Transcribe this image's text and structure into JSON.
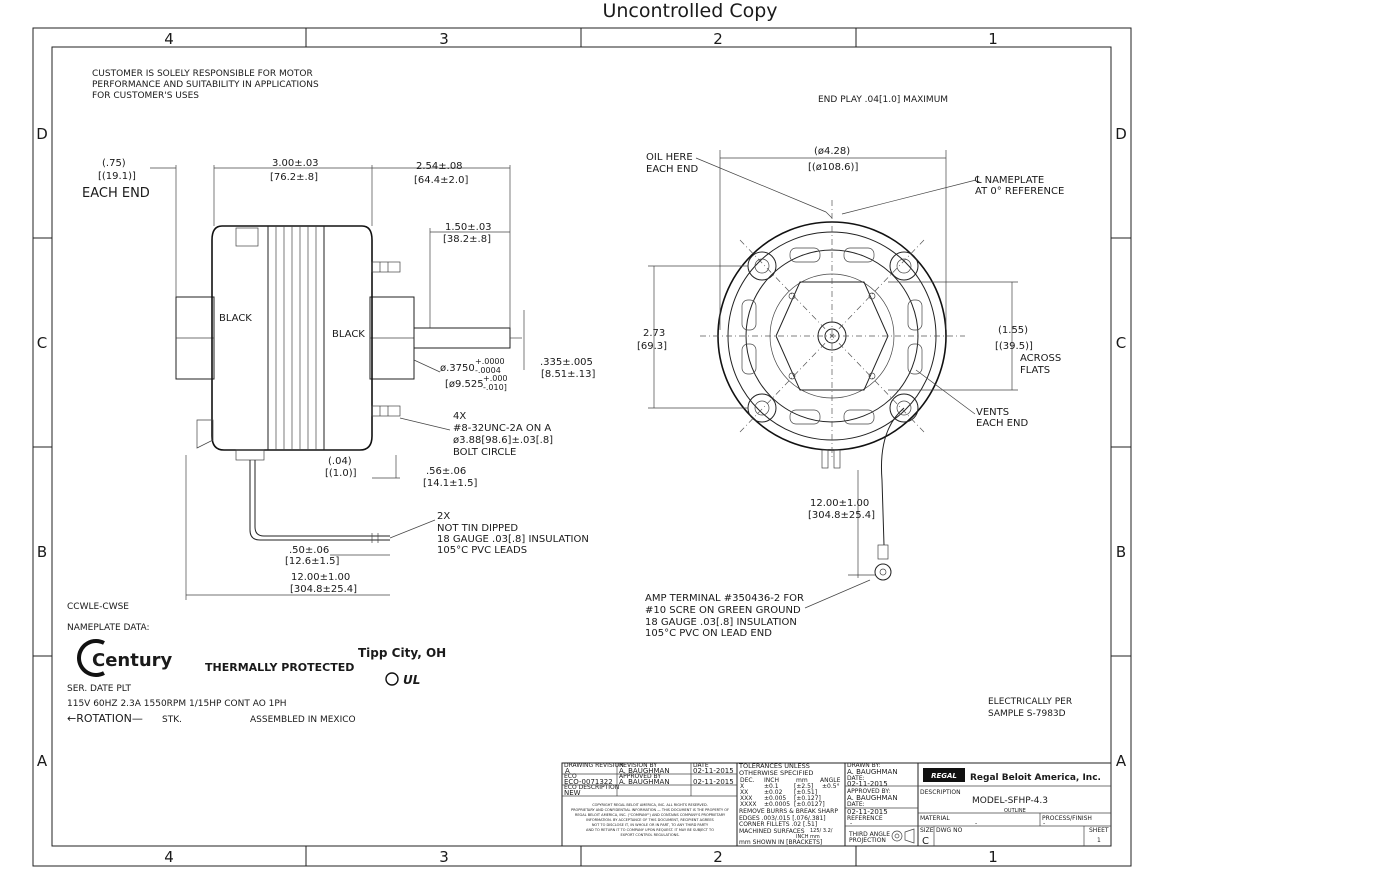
{
  "header": {
    "title": "Uncontrolled Copy"
  },
  "border": {
    "cols": [
      "4",
      "3",
      "2",
      "1"
    ],
    "rows": [
      "D",
      "C",
      "B",
      "A"
    ]
  },
  "notes": {
    "customer": [
      "CUSTOMER IS SOLELY RESPONSIBLE FOR MOTOR",
      "PERFORMANCE AND SUITABILITY IN APPLICATIONS",
      "FOR CUSTOMER'S USES"
    ],
    "end_play": "END PLAY .04[1.0] MAXIMUM",
    "electrically": [
      "ELECTRICALLY PER",
      "SAMPLE S-7983D"
    ]
  },
  "side_view": {
    "each_end_dim": [
      "(.75)",
      "[(19.1)]"
    ],
    "each_end_label": "EACH END",
    "dim_300": [
      "3.00±.03",
      "[76.2±.8]"
    ],
    "dim_254": [
      "2.54±.08",
      "[64.4±2.0]"
    ],
    "dim_150": [
      "1.50±.03",
      "[38.2±.8]"
    ],
    "black_left": "BLACK",
    "black_right": "BLACK",
    "shaft_dia": [
      "ø.3750",
      "+.0000",
      "-.0004",
      "[ø9.525",
      "+.000",
      "-.010]"
    ],
    "dim_335": [
      ".335±.005",
      "[8.51±.13]"
    ],
    "bolt_circle": [
      "4X",
      "#8-32UNC-2A ON A",
      "ø3.88[98.6]±.03[.8]",
      "BOLT CIRCLE"
    ],
    "dim_04": [
      "(.04)",
      "[(1.0)]"
    ],
    "dim_56": [
      ".56±.06",
      "[14.1±1.5]"
    ],
    "leads": [
      "2X",
      "NOT TIN DIPPED",
      "18 GAUGE .03[.8] INSULATION",
      "105°C PVC LEADS"
    ],
    "dim_50": [
      ".50±.06",
      "[12.6±1.5]"
    ],
    "dim_1200": [
      "12.00±1.00",
      "[304.8±25.4]"
    ]
  },
  "front_view": {
    "oil_here": [
      "OIL HERE",
      "EACH END"
    ],
    "dim_428": [
      "(ø4.28)",
      "[(ø108.6)]"
    ],
    "nameplate_ref": [
      "℄ NAMEPLATE",
      "AT 0° REFERENCE"
    ],
    "dim_273": [
      "2.73",
      "[69.3]"
    ],
    "dim_155": [
      "(1.55)",
      "[(39.5)]"
    ],
    "across_flats": [
      "ACROSS",
      "FLATS"
    ],
    "vents": [
      "VENTS",
      "EACH END"
    ],
    "dim_1200": [
      "12.00±1.00",
      "[304.8±25.4]"
    ],
    "amp_terminal": [
      "AMP TERMINAL #350436-2 FOR",
      "#10 SCRE ON GREEN GROUND",
      "18 GAUGE .03[.8] INSULATION",
      "105°C PVC ON LEAD END"
    ]
  },
  "nameplate": {
    "model_code": "CCWLE-CWSE",
    "data_label": "NAMEPLATE DATA:",
    "brand": "Century",
    "thermally": "THERMALLY PROTECTED",
    "city": "Tipp City, OH",
    "cert": "UL",
    "ser_line": "SER. DATE PLT",
    "spec_line": "115V 60HZ 2.3A 1550RPM 1/15HP CONT AO 1PH",
    "rotation": "←ROTATION—",
    "stk": "STK.",
    "assembled": "ASSEMBLED IN MEXICO"
  },
  "title_block": {
    "drawing_revision_label": "DRAWING REVISION",
    "drawing_revision": "A",
    "revision_by_label": "REVISION BY",
    "revision_by": "A. BAUGHMAN",
    "date_label": "DATE",
    "date": "02-11-2015",
    "eco_label": "ECO",
    "eco": "ECO-0071322",
    "approved_label": "APPROVED BY",
    "approved": "A. BAUGHMAN",
    "eco_desc_label": "ECO DESCRIPTION",
    "eco_desc": "NEW",
    "proprietary": [
      "COPYRIGHT REGAL BELOIT AMERICA, INC. ALL RIGHTS RESERVED.",
      "PROPRIETARY AND CONFIDENTIAL INFORMATION — THIS DOCUMENT IS THE PROPERTY OF",
      "REGAL BELOIT AMERICA, INC. (\"COMPANY\") AND CONTAINS COMPANY'S PROPRIETARY",
      "INFORMATION. BY ACCEPTANCE OF THIS DOCUMENT, RECIPIENT AGREES",
      "NOT TO DISCLOSE IT, IN WHOLE OR IN PART, TO ANY THIRD PARTY",
      "AND TO RETURN IT TO COMPANY UPON REQUEST. IT MAY BE SUBJECT TO",
      "EXPORT CONTROL REGULATIONS."
    ],
    "tol_header": [
      "TOLERANCES UNLESS",
      "OTHERWISE SPECIFIED"
    ],
    "tol_cols": [
      "DEC.",
      "INCH",
      "mm",
      "ANGLE"
    ],
    "tol_rows": [
      [
        "X",
        "±0.1",
        "[±2.5]",
        "±0.5°"
      ],
      [
        "XX",
        "±0.02",
        "[±0.51]",
        ""
      ],
      [
        "XXX",
        "±0.005",
        "[±0.127]",
        ""
      ],
      [
        "XXXX",
        "±0.0005",
        "[±0.0127]",
        ""
      ]
    ],
    "tol_notes": [
      "REMOVE BURRS & BREAK SHARP",
      "EDGES .003/.015 [.076/.381]",
      "CORNER FILLETS .02 [.51]",
      "MACHINED SURFACES",
      "mm SHOWN IN [BRACKETS]"
    ],
    "surface": "125/ 3.2/",
    "surface_units": "INCH   mm",
    "drawn_label": "DRAWN BY:",
    "drawn": "A. BAUGHMAN",
    "date2_label": "DATE:",
    "date2": "02-11-2015",
    "approved2_label": "APPROVED BY:",
    "approved2": "A. BAUGHMAN",
    "date3_label": "DATE:",
    "date3": "02-11-2015",
    "reference_label": "REFERENCE",
    "reference": "-",
    "projection": [
      "THIRD ANGLE",
      "PROJECTION"
    ],
    "logo": "REGAL",
    "company": "Regal Beloit America, Inc.",
    "description_label": "DESCRIPTION",
    "model": "MODEL-SFHP-4.3",
    "outline": "OUTLINE",
    "material_label": "MATERIAL",
    "material": "-",
    "process_label": "PROCESS/FINISH",
    "process": "-",
    "size_label": "SIZE",
    "size": "C",
    "dwg_label": "DWG NO",
    "sheet_label": "SHEET",
    "sheet": "1"
  }
}
